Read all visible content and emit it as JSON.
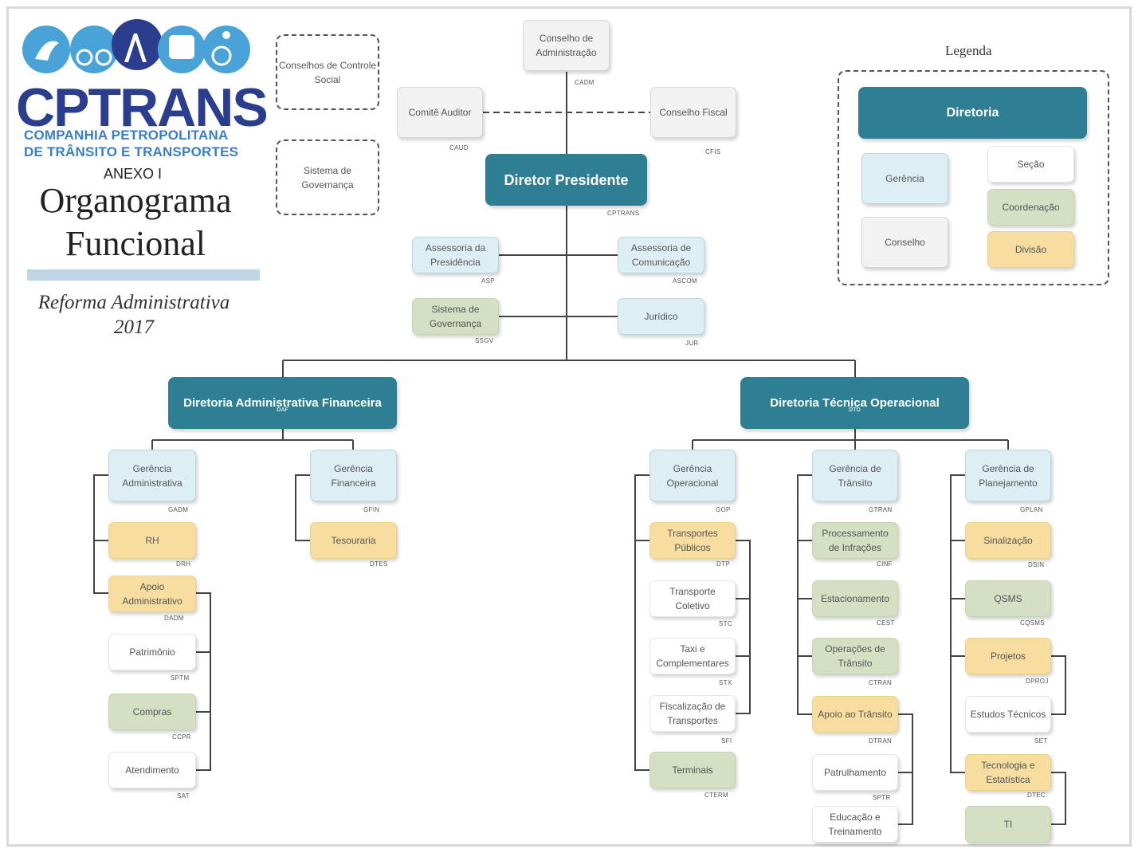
{
  "header": {
    "logo_name": "CPTRANS",
    "logo_line1": "COMPANHIA  PETROPOLITANA",
    "logo_line2": "DE TRÂNSITO E TRANSPORTES",
    "annex": "ANEXO I",
    "title_line1": "Organograma",
    "title_line2": "Funcional",
    "reform_line1": "Reforma Administrativa",
    "reform_line2": "2017"
  },
  "legend": {
    "title": "Legenda",
    "diretoria": "Diretoria",
    "gerencia": "Gerência",
    "conselho": "Conselho",
    "secao": "Seção",
    "coordenacao": "Coordenação",
    "divisao": "Divisão"
  },
  "side_boxes": {
    "conselhos_controle": "Conselhos de Controle Social",
    "sistema_governanca": "Sistema de Governança"
  },
  "top": {
    "cadm": {
      "label": "Conselho de Administração",
      "abbr": "CADM"
    },
    "caud": {
      "label": "Comitê Auditor",
      "abbr": "CAUD"
    },
    "cfis": {
      "label": "Conselho Fiscal",
      "abbr": "CFIS"
    },
    "president": {
      "label": "Diretor Presidente",
      "abbr": "CPTRANS"
    },
    "asp": {
      "label": "Assessoria da Presidência",
      "abbr": "ASP"
    },
    "ascom": {
      "label": "Assessoria de Comunicação",
      "abbr": "ASCOM"
    },
    "ssgv": {
      "label": "Sistema de Governança",
      "abbr": "SSGV"
    },
    "jur": {
      "label": "Jurídico",
      "abbr": "JUR"
    }
  },
  "daf": {
    "label": "Diretoria Administrativa Financeira",
    "abbr": "DAF",
    "gadm": {
      "label": "Gerência Administrativa",
      "abbr": "GADM"
    },
    "drh": {
      "label": "RH",
      "abbr": "DRH"
    },
    "dadm": {
      "label": "Apoio Administrativo",
      "abbr": "DADM"
    },
    "sptm": {
      "label": "Patrimônio",
      "abbr": "SPTM"
    },
    "ccpr": {
      "label": "Compras",
      "abbr": "CCPR"
    },
    "sat": {
      "label": "Atendimento",
      "abbr": "SAT"
    },
    "gfin": {
      "label": "Gerência Financeira",
      "abbr": "GFIN"
    },
    "dtes": {
      "label": "Tesouraria",
      "abbr": "DTES"
    }
  },
  "dto": {
    "label": "Diretoria Técnica Operacional",
    "abbr": "DTO",
    "gop": {
      "label": "Gerência Operacional",
      "abbr": "GOP"
    },
    "dtp": {
      "label": "Transportes Públicos",
      "abbr": "DTP"
    },
    "stc": {
      "label": "Transporte Coletivo",
      "abbr": "STC"
    },
    "stx": {
      "label": "Taxi e Complementares",
      "abbr": "STX"
    },
    "sfi": {
      "label": "Fiscalização de Transportes",
      "abbr": "SFI"
    },
    "cterm": {
      "label": "Terminais",
      "abbr": "CTERM"
    },
    "gtran": {
      "label": "Gerência de Trânsito",
      "abbr": "GTRAN"
    },
    "cinf": {
      "label": "Processamento de Infrações",
      "abbr": "CINF"
    },
    "cest": {
      "label": "Estacionamento",
      "abbr": "CEST"
    },
    "ctran": {
      "label": "Operações de Trânsito",
      "abbr": "CTRAN"
    },
    "dtran": {
      "label": "Apoio ao Trânsito",
      "abbr": "DTRAN"
    },
    "sptr": {
      "label": "Patrulhamento",
      "abbr": "SPTR"
    },
    "sedt": {
      "label": "Educação e Treinamento",
      "abbr": ""
    },
    "gplan": {
      "label": "Gerência de Planejamento",
      "abbr": "GPLAN"
    },
    "dsin": {
      "label": "Sinalização",
      "abbr": "DSIN"
    },
    "cqsms": {
      "label": "QSMS",
      "abbr": "CQSMS"
    },
    "dproj": {
      "label": "Projetos",
      "abbr": "DPROJ"
    },
    "set": {
      "label": "Estudos Técnicos",
      "abbr": "SET"
    },
    "dtec": {
      "label": "Tecnologia e Estatística",
      "abbr": "DTEC"
    },
    "cti": {
      "label": "TI",
      "abbr": ""
    }
  },
  "colors": {
    "diretoria": "#2e7f93",
    "gerencia": "#deeef5",
    "conselho": "#f2f2f2",
    "secao": "#ffffff",
    "coordenacao": "#d4dfc3",
    "divisao": "#f7dea0",
    "logo_blue": "#2a3d8f"
  }
}
